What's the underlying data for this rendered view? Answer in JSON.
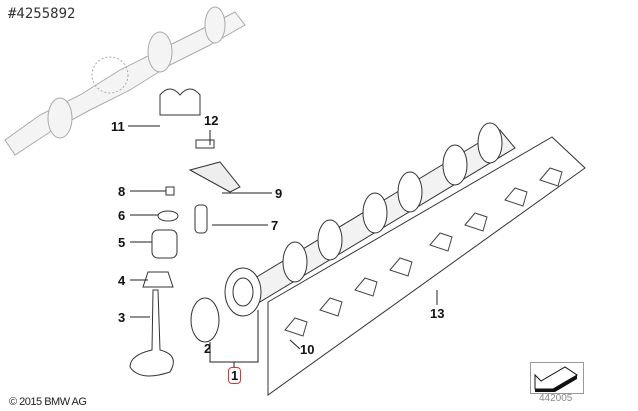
{
  "diagram_ref": "#4255892",
  "copyright": "© 2015 BMW AG",
  "image_number": "442005",
  "selected_part": "1",
  "callouts": [
    "1",
    "2",
    "3",
    "4",
    "5",
    "6",
    "7",
    "8",
    "9",
    "10",
    "11",
    "12",
    "13"
  ],
  "colors": {
    "selection": "#dd3333",
    "line": "#222222",
    "faded": "#aaaaaa"
  }
}
